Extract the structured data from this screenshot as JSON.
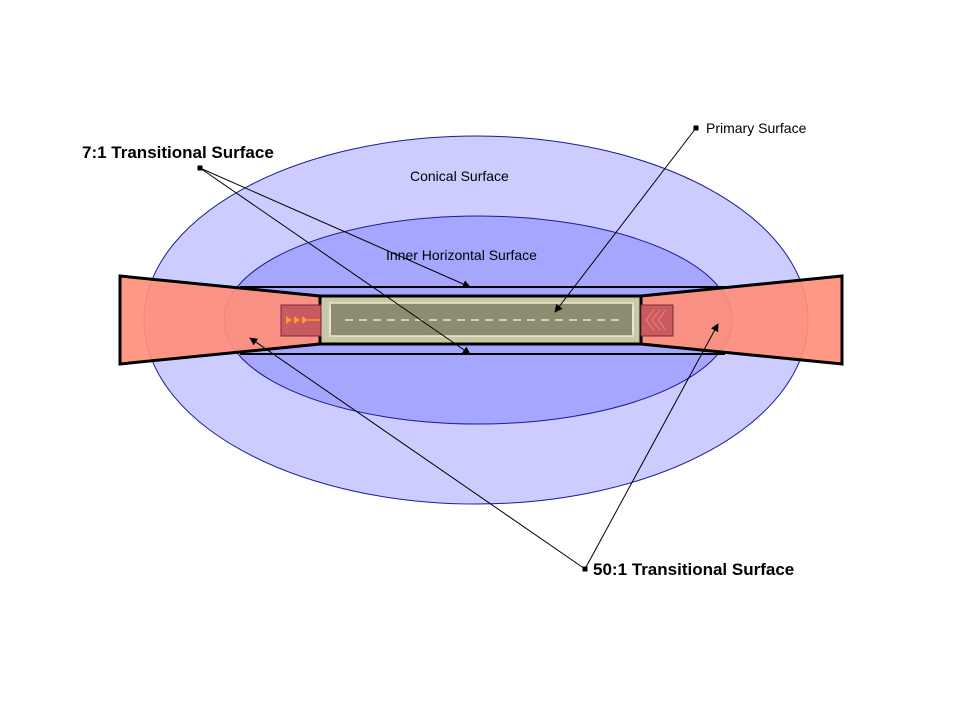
{
  "labels": {
    "primary_surface": "Primary Surface",
    "transitional_7_1": "7:1 Transitional Surface",
    "conical_surface": "Conical Surface",
    "inner_horizontal_surface": "Inner Horizontal Surface",
    "transitional_50_1": "50:1 Transitional Surface"
  },
  "colors": {
    "conical_fill": "#ccccff",
    "inner_horizontal_fill": "#a6a6ff",
    "ellipse_stroke": "#1a1a99",
    "approach_fill": "#ff8f7a",
    "runway_outer": "#c8c8a8",
    "runway_inner": "#8c8c70",
    "threshold_block": "#c85a60",
    "centerline": "#e8e8d0",
    "arrows": "#ff9933"
  },
  "icons": {
    "threshold_arrows": "arrow-right-icon",
    "threshold_chevrons": "chevron-left-icon"
  }
}
